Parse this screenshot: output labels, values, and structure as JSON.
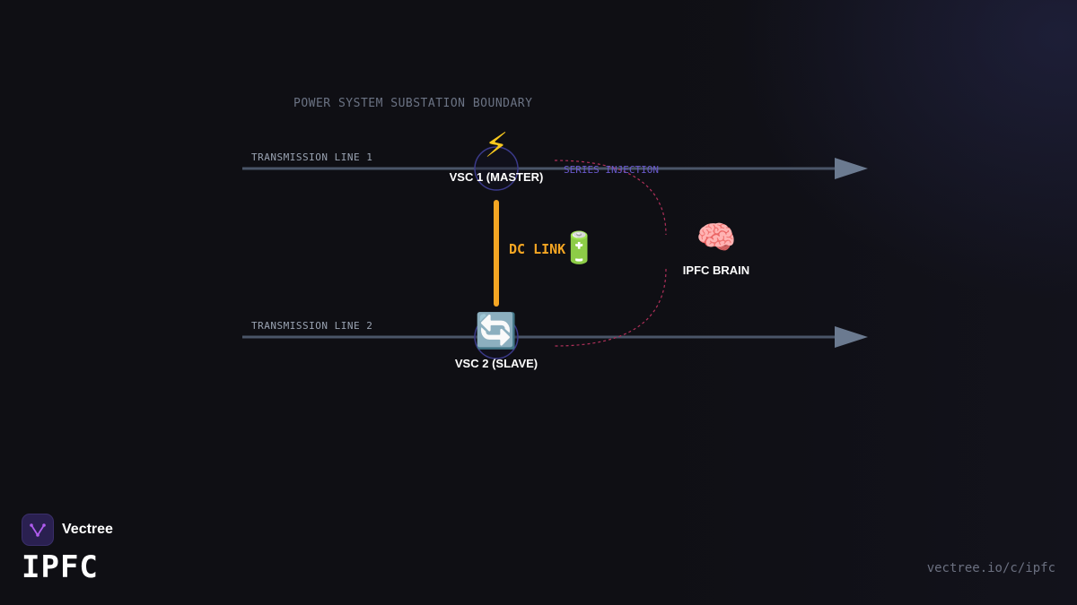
{
  "diagram": {
    "boundary_label": "POWER SYSTEM SUBSTATION BOUNDARY",
    "line1_label": "TRANSMISSION LINE 1",
    "line2_label": "TRANSMISSION LINE 2",
    "vsc1": {
      "icon": "⚡",
      "label": "VSC 1 (MASTER)"
    },
    "vsc2": {
      "icon": "🔄",
      "label": "VSC 2 (SLAVE)"
    },
    "dc_link": {
      "label": "DC LINK",
      "icon": "🔋"
    },
    "series_injection_label": "SERIES INJECTION",
    "brain": {
      "icon": "🧠",
      "label": "IPFC BRAIN"
    }
  },
  "brand": {
    "name": "Vectree",
    "product": "IPFC",
    "url": "vectree.io/c/ipfc"
  },
  "colors": {
    "background": "#0f0f14",
    "line": "#4a5568",
    "arrow": "#6b7a90",
    "dc_link": "#f5a623",
    "vsc_ring": "#3b3a8a",
    "injection_dash": "#b0305a",
    "series_text": "#6a5acd"
  }
}
